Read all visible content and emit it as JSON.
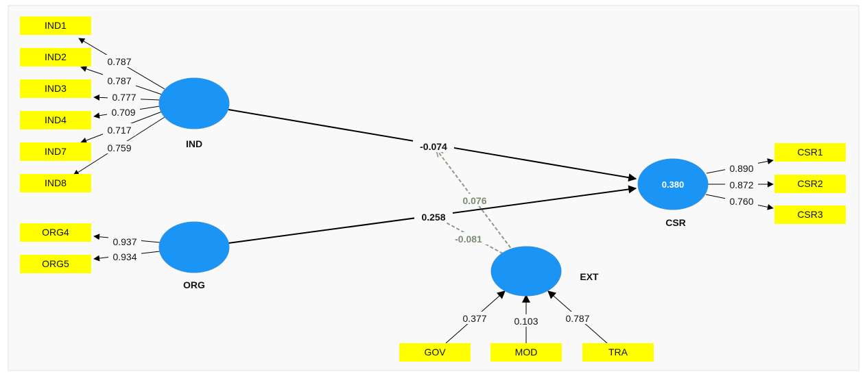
{
  "colors": {
    "background": "#f9f9f9",
    "frame": "#e3e3e3",
    "indicator_fill": "#ffff00",
    "construct_fill": "#1a94f5",
    "construct_stroke": "#3a8fd8",
    "edge": "#000000",
    "moderator_edge": "#8c9a82"
  },
  "constructs": {
    "ind": {
      "label": "IND",
      "r2": ""
    },
    "org": {
      "label": "ORG",
      "r2": ""
    },
    "csr": {
      "label": "CSR",
      "r2": "0.380"
    },
    "ext": {
      "label": "EXT",
      "r2": ""
    }
  },
  "indicators": {
    "ind1": {
      "label": "IND1",
      "loading": "0.787"
    },
    "ind2": {
      "label": "IND2",
      "loading": "0.787"
    },
    "ind3": {
      "label": "IND3",
      "loading": "0.777"
    },
    "ind4": {
      "label": "IND4",
      "loading": "0.709"
    },
    "ind7": {
      "label": "IND7",
      "loading": "0.717"
    },
    "ind8": {
      "label": "IND8",
      "loading": "0.759"
    },
    "org4": {
      "label": "ORG4",
      "loading": "0.937"
    },
    "org5": {
      "label": "ORG5",
      "loading": "0.934"
    },
    "csr1": {
      "label": "CSR1",
      "loading": "0.890"
    },
    "csr2": {
      "label": "CSR2",
      "loading": "0.872"
    },
    "csr3": {
      "label": "CSR3",
      "loading": "0.760"
    },
    "gov": {
      "label": "GOV",
      "loading": "0.377"
    },
    "mod": {
      "label": "MOD",
      "loading": "0.103"
    },
    "tra": {
      "label": "TRA",
      "loading": "0.787"
    }
  },
  "paths": {
    "ind_csr": "-0.074",
    "org_csr": "0.258",
    "ext_ind_csr": "0.076",
    "ext_org_csr": "-0.081"
  }
}
